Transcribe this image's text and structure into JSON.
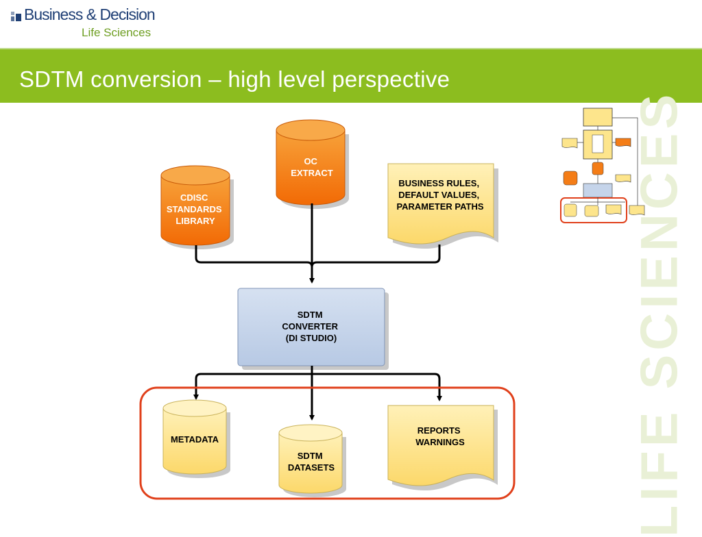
{
  "logo": {
    "brand": "Business & Decision",
    "division": "Life Sciences"
  },
  "header": {
    "title": "SDTM conversion – high level perspective"
  },
  "side_watermark": "LIFE SCIENCES",
  "colors": {
    "header_green": "#8cbd1f",
    "orange": "#f47d17",
    "yellow": "#fde58c",
    "blue": "#c5d4ea",
    "highlight_red": "#e0401b"
  },
  "diagram": {
    "nodes": {
      "cdisc": {
        "lines": [
          "CDISC",
          "STANDARDS",
          "LIBRARY"
        ]
      },
      "oc": {
        "lines": [
          "OC",
          "EXTRACT"
        ]
      },
      "rules": {
        "lines": [
          "BUSINESS RULES,",
          "DEFAULT VALUES,",
          "PARAMETER PATHS"
        ]
      },
      "converter": {
        "lines": [
          "SDTM",
          "CONVERTER",
          "(DI STUDIO)"
        ]
      },
      "metadata": {
        "lines": [
          "METADATA"
        ]
      },
      "datasets": {
        "lines": [
          "SDTM",
          "DATASETS"
        ]
      },
      "reports": {
        "lines": [
          "REPORTS",
          "WARNINGS"
        ]
      }
    }
  }
}
